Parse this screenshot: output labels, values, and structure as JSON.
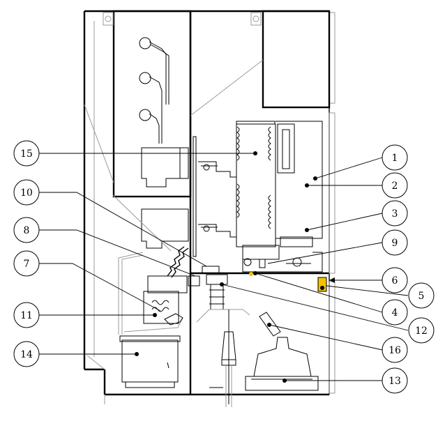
{
  "figure": {
    "description_role": "switchgear cross-section",
    "callouts": [
      {
        "id": "c1",
        "label": "1"
      },
      {
        "id": "c2",
        "label": "2"
      },
      {
        "id": "c3",
        "label": "3"
      },
      {
        "id": "c4",
        "label": "4"
      },
      {
        "id": "c5",
        "label": "5"
      },
      {
        "id": "c6",
        "label": "6"
      },
      {
        "id": "c7",
        "label": "7"
      },
      {
        "id": "c8",
        "label": "8"
      },
      {
        "id": "c9",
        "label": "9"
      },
      {
        "id": "c10",
        "label": "10"
      },
      {
        "id": "c11",
        "label": "11"
      },
      {
        "id": "c12",
        "label": "12"
      },
      {
        "id": "c13",
        "label": "13"
      },
      {
        "id": "c14",
        "label": "14"
      },
      {
        "id": "c15",
        "label": "15"
      },
      {
        "id": "c16",
        "label": "16"
      }
    ],
    "colors": {
      "line": "#000000",
      "accent": "#f2c200",
      "background": "#ffffff"
    }
  }
}
